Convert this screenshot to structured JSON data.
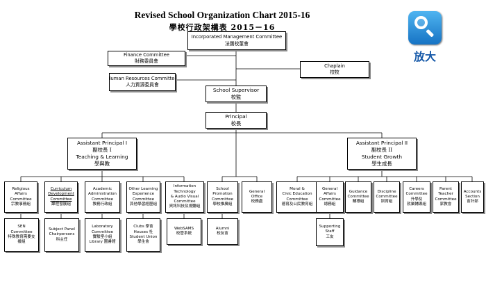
{
  "title": "Revised School Organization Chart 2015-16",
  "title_zh": "學校行政架構表   2015－16",
  "zoom_label": "放大",
  "boxes": {
    "imc": [
      "Incorporated Management Committee",
      "法團校董會"
    ],
    "finance": [
      "Finance Committee",
      "財務委員會"
    ],
    "hr": [
      "Human Resources Committee",
      "人力資源委員會"
    ],
    "chaplain": [
      "Chaplain",
      "校牧"
    ],
    "supervisor": [
      "School Supervisor",
      "校監"
    ],
    "principal": [
      "Principal",
      "校長"
    ],
    "ap1": [
      "Assistant Principal I",
      "副校長 I",
      "Teaching & Learning",
      "學與教"
    ],
    "ap2": [
      "Assistant Principal II",
      "副校長 II",
      "Student Growth",
      "學生成長"
    ],
    "religious": [
      "Religious",
      "Affairs",
      "Committee",
      "宗教事務組"
    ],
    "curriculum": [
      "Curriculum",
      "Development",
      "Committee",
      "課程發展組"
    ],
    "academic": [
      "Academic",
      "Administration",
      "Committee",
      "教務行政組"
    ],
    "ole": [
      "Other Learning",
      "Experience",
      "Committee",
      "其他學習經歷組"
    ],
    "it": [
      "Information",
      "Technology",
      "& Audio Visual",
      "Committee",
      "資訊科技及視聽組"
    ],
    "promotion": [
      "School",
      "Promotion",
      "Committee",
      "學校推廣組"
    ],
    "office": [
      "General",
      "Office",
      "校務處"
    ],
    "moral": [
      "Moral &",
      "Civic Education",
      "Committee",
      "德育及公民教育組"
    ],
    "general": [
      "General",
      "Affairs",
      "Committee",
      "總務組"
    ],
    "guidance": [
      "Guidance",
      "Committee",
      "輔導組"
    ],
    "discipline": [
      "Discipline",
      "Committee",
      "訓育組"
    ],
    "careers": [
      "Careers",
      "Committee",
      "升學及",
      "就業輔導組"
    ],
    "pta": [
      "Parent",
      "Teacher",
      "Committee",
      "家教會"
    ],
    "accounts": [
      "Accounts",
      "Section",
      "會計部"
    ],
    "sen": [
      "SEN",
      "Committee",
      "特殊教育需要支援組"
    ],
    "subject": [
      "Subject Panel",
      "Chairpersons",
      "科主任"
    ],
    "lab": [
      "Laboratory",
      "Committee",
      "實驗室小組",
      "Library  圖書館"
    ],
    "clubs": [
      "Clubs  學會",
      "Houses  社",
      "Student Union",
      "學生會"
    ],
    "websams": [
      "WebSAMS",
      "校管系統"
    ],
    "alumni": [
      "Alumni",
      "校友會"
    ],
    "support": [
      "Supporting",
      "Staff",
      "工友"
    ]
  }
}
